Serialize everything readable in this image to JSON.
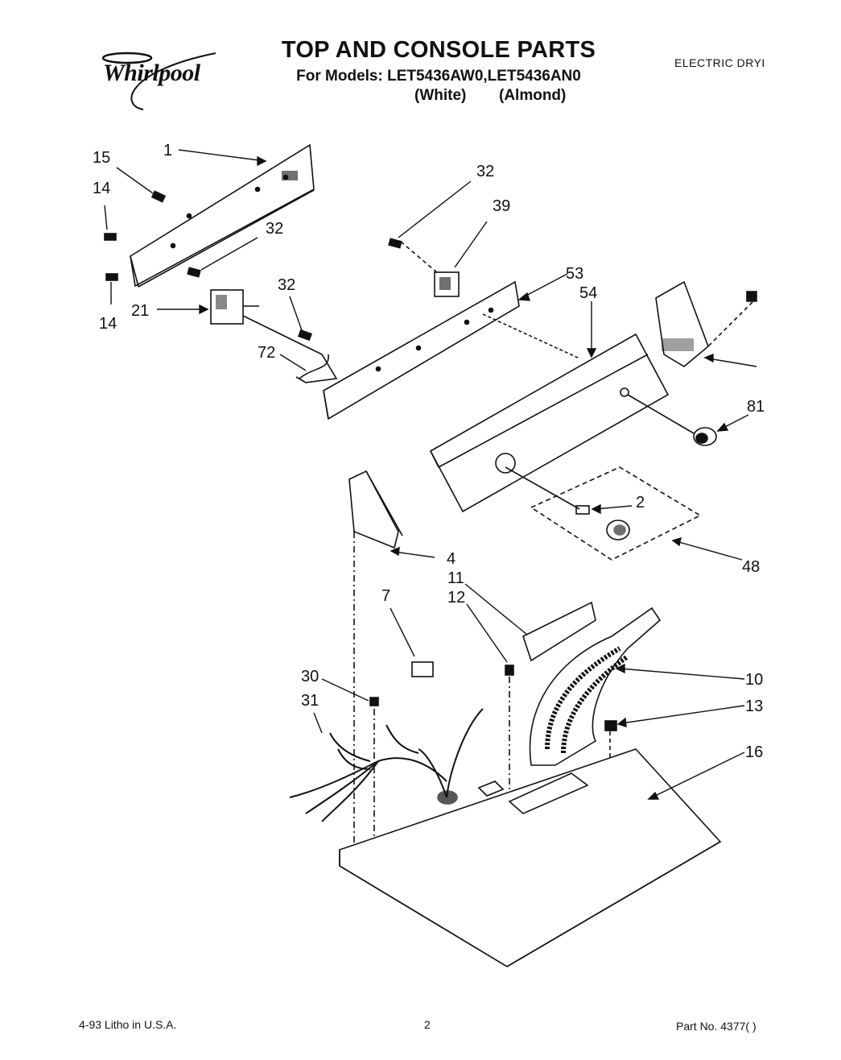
{
  "header": {
    "brand": "Whirlpool",
    "title": "TOP AND CONSOLE PARTS",
    "models_line": "For Models: LET5436AW0,LET5436AN0",
    "variant_white": "(White)",
    "variant_almond": "(Almond)",
    "category": "ELECTRIC DRYI"
  },
  "callouts": {
    "c1": "1",
    "c15": "15",
    "c14a": "14",
    "c32a": "32",
    "c14b": "14",
    "c21": "21",
    "c32b": "32",
    "c72": "72",
    "c32c": "32",
    "c39": "39",
    "c53": "53",
    "c54": "54",
    "c81": "81",
    "c2": "2",
    "c48": "48",
    "c4": "4",
    "c11": "11",
    "c12": "12",
    "c7": "7",
    "c30": "30",
    "c31": "31",
    "c10": "10",
    "c13": "13",
    "c16": "16"
  },
  "footer": {
    "litho": "4-93 Litho in U.S.A.",
    "page": "2",
    "part": "Part No. 4377(  )"
  }
}
